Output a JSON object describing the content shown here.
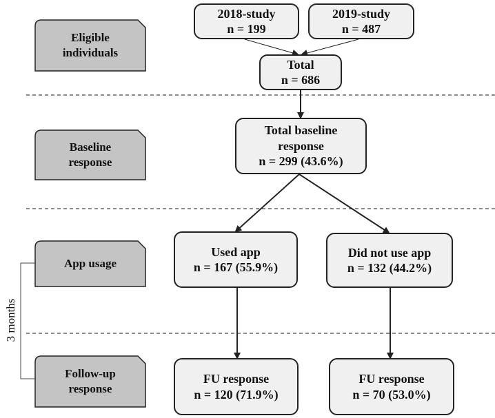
{
  "stage_labels": {
    "eligible": [
      "Eligible",
      "individuals"
    ],
    "baseline": [
      "Baseline",
      "response"
    ],
    "app_usage": [
      "App usage"
    ],
    "follow_up": [
      "Follow-up",
      "response"
    ]
  },
  "boxes": {
    "study_2018": [
      "2018-study",
      "n = 199"
    ],
    "study_2019": [
      "2019-study",
      "n = 487"
    ],
    "total": [
      "Total",
      "n = 686"
    ],
    "baseline_total": [
      "Total baseline",
      "response",
      "n = 299 (43.6%)"
    ],
    "used_app": [
      "Used app",
      "n = 167 (55.9%)"
    ],
    "not_used_app": [
      "Did not use app",
      "n = 132 (44.2%)"
    ],
    "fu_used": [
      "FU response",
      "n = 120 (71.9%)"
    ],
    "fu_not_used": [
      "FU response",
      "n = 70 (53.0%)"
    ]
  },
  "bracket_label": "3 months",
  "colors": {
    "box_fill": "#f0f0f0",
    "label_fill": "#c4c4c4",
    "stroke": "#222222",
    "dashed": "#444444"
  }
}
